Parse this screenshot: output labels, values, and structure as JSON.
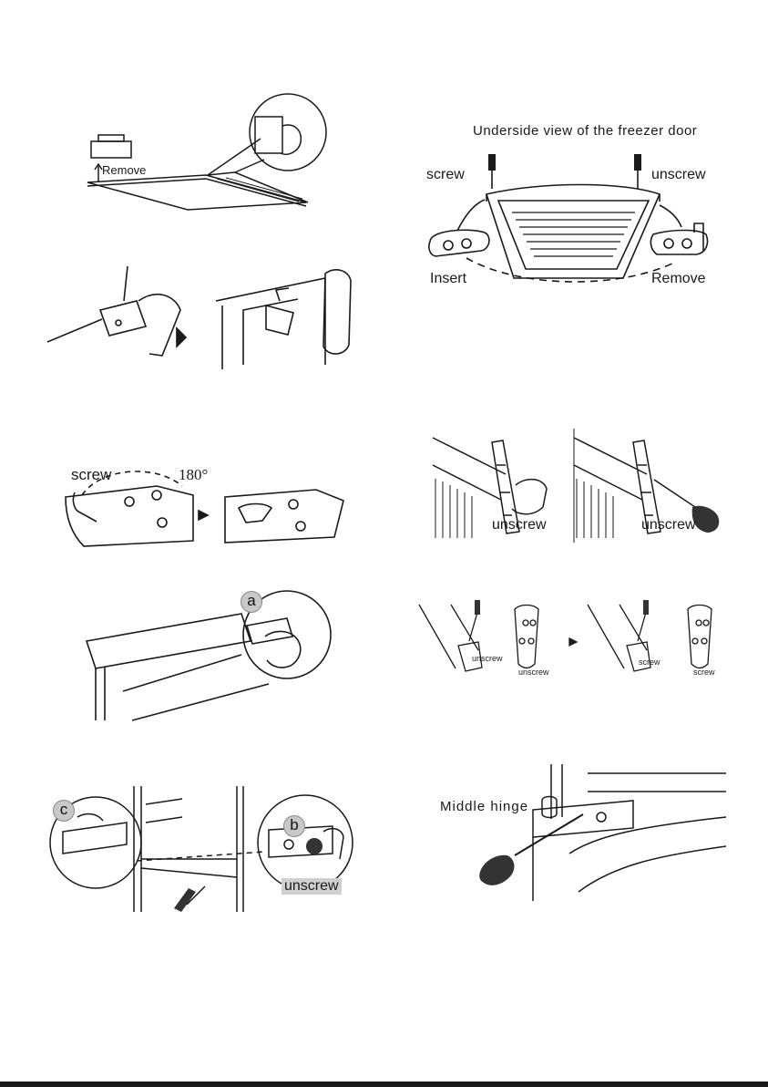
{
  "fig1": {
    "remove": "Remove"
  },
  "fig_freezer": {
    "title": "Underside view of the freezer door",
    "screw": "screw",
    "unscrew": "unscrew",
    "insert": "Insert",
    "remove": "Remove"
  },
  "fig_plate": {
    "screw": "screw",
    "angle": "180°"
  },
  "fig_hinge_unscrew": {
    "left": "unscrew",
    "right": "unscrew"
  },
  "fig_door_a": {
    "badge": "a"
  },
  "fig_small_hinges": {
    "label1": "unscrew",
    "label2": "unscrew",
    "label3": "screw",
    "label4": "screw"
  },
  "fig_bottom_left": {
    "badge_c": "c",
    "badge_b": "b",
    "unscrew": "unscrew"
  },
  "fig_middle_hinge": {
    "title": "Middle hinge"
  },
  "colors": {
    "ink": "#1a1a1a",
    "badge": "#c8c8c8",
    "handle": "#333333"
  }
}
